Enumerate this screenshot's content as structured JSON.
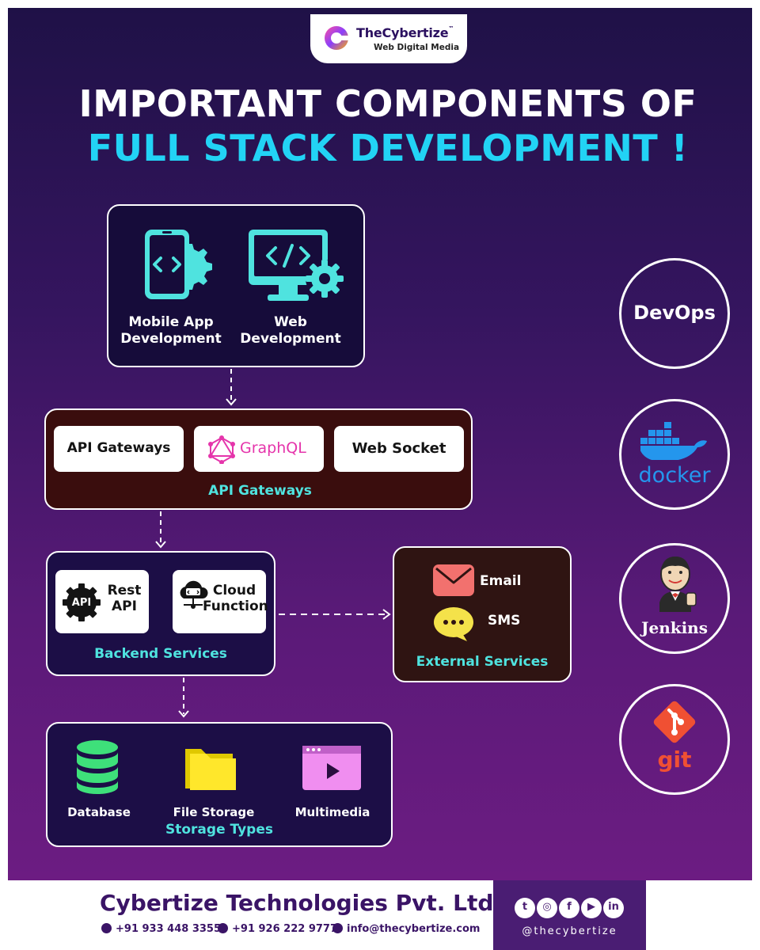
{
  "brand": {
    "name": "TheCybertize",
    "tm": "™",
    "tagline": "Web Digital Media"
  },
  "title": {
    "line1": "IMPORTANT COMPONENTS OF",
    "line2": "FULL STACK DEVELOPMENT !"
  },
  "frontend": {
    "mobile_label": "Mobile App\nDevelopment",
    "web_label": "Web\nDevelopment"
  },
  "api": {
    "tiles": [
      "API Gateways",
      "GraphQL",
      "Web Socket"
    ],
    "label": "API Gateways"
  },
  "backend": {
    "rest_badge": "API",
    "rest_label": "Rest\nAPI",
    "cloud_label": "Cloud\nFunction",
    "label": "Backend Services"
  },
  "external": {
    "email": "Email",
    "sms": "SMS",
    "label": "External Services"
  },
  "storage": {
    "items": [
      "Database",
      "File Storage",
      "Multimedia"
    ],
    "label": "Storage Types"
  },
  "tools": {
    "devops": "DevOps",
    "docker": "docker",
    "jenkins": "Jenkins",
    "git": "git"
  },
  "footer": {
    "company": "Cybertize Technologies Pvt. Ltd",
    "phone1": "+91 933 448 3355",
    "phone2": "+91 926 222 9777",
    "email": "info@thecybertize.com",
    "handle": "@thecybertize",
    "social_icons": [
      "twitter-icon",
      "instagram-icon",
      "facebook-icon",
      "youtube-icon",
      "linkedin-icon"
    ]
  },
  "colors": {
    "accent_cyan": "#22d3f5",
    "label_teal": "#4fe3df",
    "api_box": "#3a0d0d",
    "backend_box": "#1c0e46",
    "external_box": "#2f1412",
    "brand_purple": "#3a1466"
  }
}
